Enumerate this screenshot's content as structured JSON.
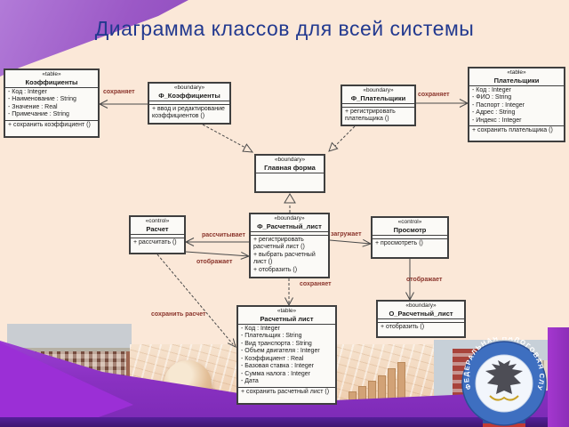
{
  "slide": {
    "title": "Диаграмма классов для всей системы"
  },
  "classes": {
    "koef": {
      "stereotype": "«table»",
      "name": "Коэффициенты",
      "attributes": [
        "- Код : Integer",
        "- Наименование : String",
        "- Значение : Real",
        "- Примечание : String"
      ],
      "operations": [
        "+ сохранить коэффициент ()"
      ]
    },
    "f_koef": {
      "stereotype": "«boundary»",
      "name": "Ф_Коэффициенты",
      "attributes": [],
      "operations": [
        "+ ввод и редактирование коэффициентов ()"
      ]
    },
    "f_plat": {
      "stereotype": "«boundary»",
      "name": "Ф_Плательщики",
      "attributes": [],
      "operations": [
        "+ регистрировать плательщика ()"
      ]
    },
    "plat": {
      "stereotype": "«table»",
      "name": "Плательщики",
      "attributes": [
        "- Код : Integer",
        "- ФИО : String",
        "- Паспорт : Integer",
        "- Адрес : String",
        "- Индекс : Integer"
      ],
      "operations": [
        "+ сохранить плательщика ()"
      ]
    },
    "main_form": {
      "stereotype": "«boundary»",
      "name": "Главная форма"
    },
    "raschet": {
      "stereotype": "«control»",
      "name": "Расчет",
      "attributes": [],
      "operations": [
        "+ рассчитать ()"
      ]
    },
    "f_rlist": {
      "stereotype": "«boundary»",
      "name": "Ф_Расчетный_лист",
      "attributes": [],
      "operations": [
        "+ регистрировать расчетный лист ()",
        "+ выбрать расчетный лист ()",
        "+ отобразить ()"
      ]
    },
    "prosmotr": {
      "stereotype": "«control»",
      "name": "Просмотр",
      "attributes": [],
      "operations": [
        "+ просмотреть ()"
      ]
    },
    "o_rlist": {
      "stereotype": "«boundary»",
      "name": "О_Расчетный_лист",
      "attributes": [],
      "operations": [
        "+ отобразить ()"
      ]
    },
    "rlist": {
      "stereotype": "«table»",
      "name": "Расчетный лист",
      "attributes": [
        "- Код : Integer",
        "- Плательщик : String",
        "- Вид транспорта : String",
        "- Объем двигателя : Integer",
        "- Коэффициент : Real",
        "- Базовая ставка : Integer",
        "- Сумма налога : Integer",
        "- Дата"
      ],
      "operations": [
        "+ сохранить расчетный лист ()"
      ]
    }
  },
  "connections": {
    "saves_koef": {
      "label": "сохраняет",
      "from": "Ф_Коэффициенты",
      "to": "Коэффициенты"
    },
    "saves_plat": {
      "label": "сохраняет",
      "from": "Ф_Плательщики",
      "to": "Плательщики"
    },
    "calculates": {
      "label": "рассчитывает",
      "from": "Ф_Расчетный_лист",
      "to": "Расчет"
    },
    "displays_calc": {
      "label": "отображает",
      "from": "Расчет",
      "to": "Ф_Расчетный_лист"
    },
    "loads": {
      "label": "загружает",
      "from": "Ф_Расчетный_лист",
      "to": "Просмотр"
    },
    "saves_sheet": {
      "label": "сохраняет",
      "from": "Ф_Расчетный_лист",
      "to": "Расчетный лист"
    },
    "displays_sheet": {
      "label": "отображает",
      "from": "Просмотр",
      "to": "О_Расчетный_лист"
    },
    "save_calc": {
      "label": "сохранить расчет",
      "from": "Расчет",
      "to": "Расчетный лист"
    }
  },
  "emblem": {
    "text": "ФЕДЕРАЛЬНАЯ НАЛОГОВАЯ СЛУЖБА"
  },
  "colors": {
    "background": "#FBE8D8",
    "accent_purple": "#9B51CE",
    "title_blue": "#22398F",
    "label_red": "#8B352C",
    "emblem_blue": "#3E6FC0"
  }
}
